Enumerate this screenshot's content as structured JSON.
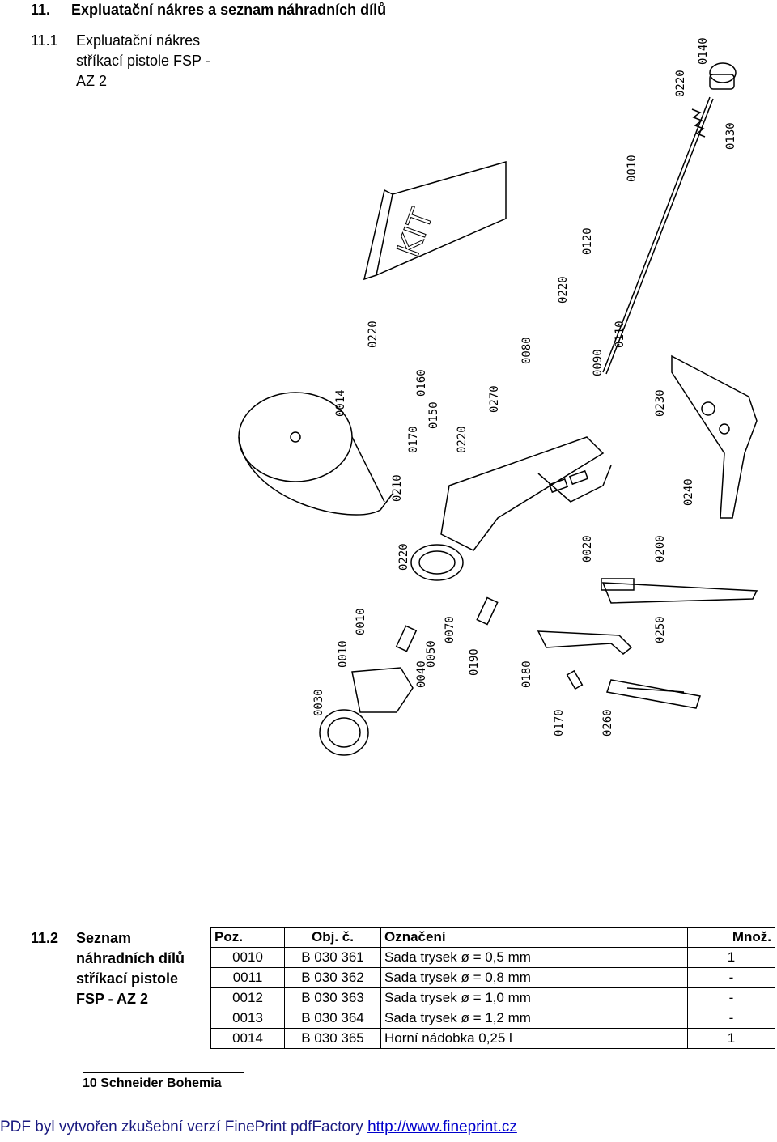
{
  "heading": {
    "num": "11.",
    "text": "Expluatační nákres a seznam náhradních dílů"
  },
  "subsection1": {
    "num": "11.1",
    "text": "Expluatační nákres stříkací pistole FSP - AZ 2"
  },
  "diagram": {
    "kit_text": "KIT",
    "labels": [
      "0140",
      "0220",
      "0130",
      "0010",
      "0120",
      "0220",
      "0110",
      "0090",
      "0080",
      "0160",
      "0150",
      "0170",
      "0220",
      "0270",
      "0220",
      "0014",
      "0230",
      "0240",
      "0210",
      "0220",
      "0020",
      "0200",
      "0010",
      "0010",
      "0050",
      "0070",
      "0190",
      "0180",
      "0040",
      "0030",
      "0250",
      "0170",
      "0260"
    ]
  },
  "subsection2": {
    "num": "11.2",
    "text": "Seznam náhradních dílů stříkací pistole FSP - AZ 2"
  },
  "table": {
    "headers": [
      "Poz.",
      "Obj. č.",
      "Označení",
      "Množ."
    ],
    "rows": [
      [
        "0010",
        "B 030 361",
        "Sada trysek ø = 0,5 mm",
        "1"
      ],
      [
        "0011",
        "B 030 362",
        "Sada trysek ø = 0,8 mm",
        "-"
      ],
      [
        "0012",
        "B 030 363",
        "Sada trysek ø = 1,0 mm",
        "-"
      ],
      [
        "0013",
        "B 030 364",
        "Sada trysek ø = 1,2 mm",
        "-"
      ],
      [
        "0014",
        "B 030 365",
        "Horní nádobka 0,25 l",
        "1"
      ]
    ]
  },
  "footer": "10 Schneider Bohemia",
  "pdf_notice": {
    "text": "PDF byl vytvořen zkušební verzí FinePrint pdfFactory ",
    "link": "http://www.fineprint.cz"
  }
}
